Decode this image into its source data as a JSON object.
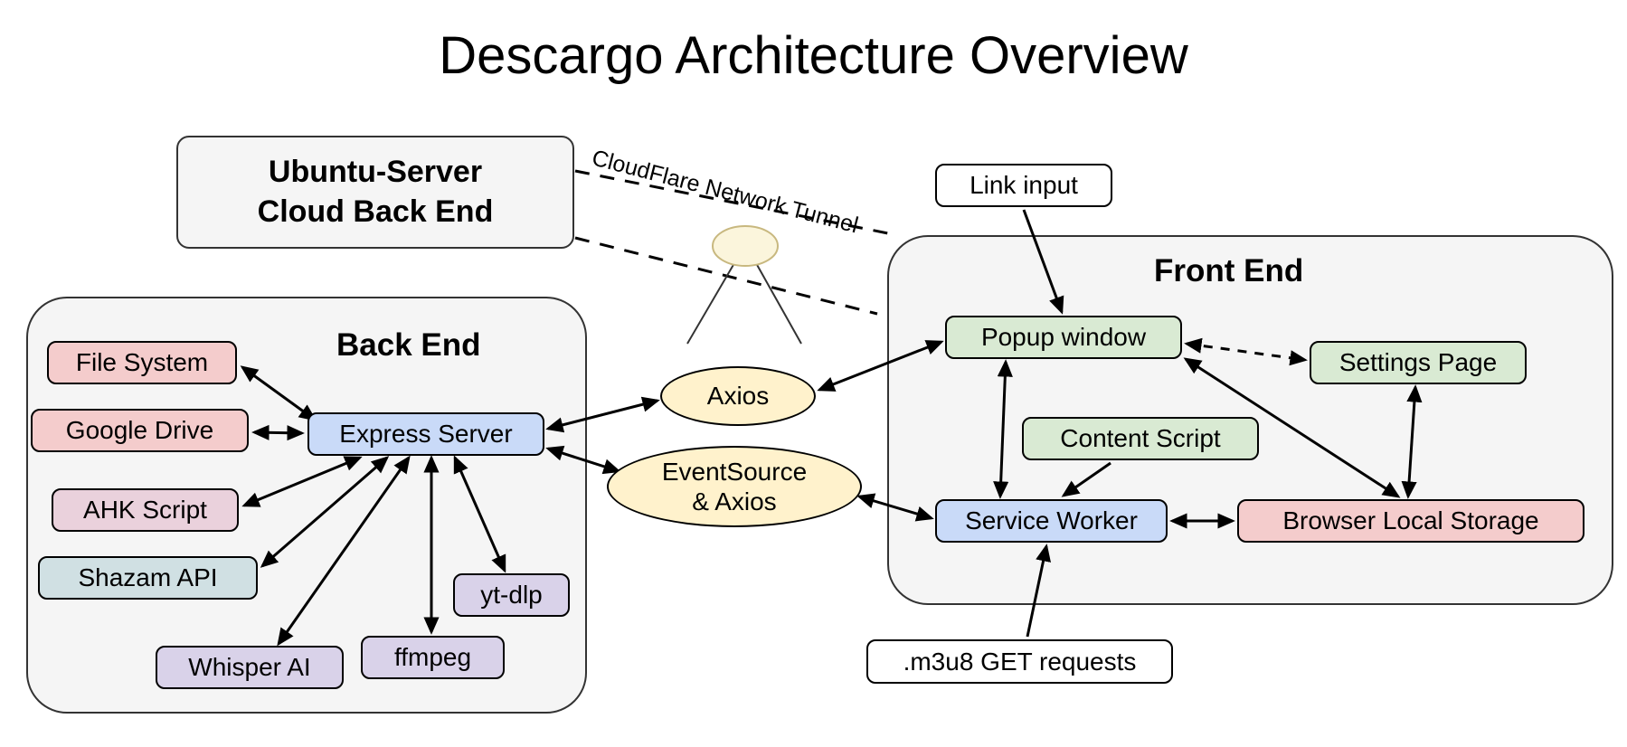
{
  "title": "Descargo Architecture Overview",
  "groups": {
    "ubuntu": {
      "line1": "Ubuntu-Server",
      "line2": "Cloud Back End"
    },
    "back_end": {
      "title": "Back End"
    },
    "front_end": {
      "title": "Front End"
    }
  },
  "tunnel": {
    "label": "CloudFlare Network Tunnel"
  },
  "nodes": {
    "file_system": {
      "label": "File System",
      "color": "#f4cccc"
    },
    "google_drive": {
      "label": "Google Drive",
      "color": "#f4cccc"
    },
    "express_server": {
      "label": "Express Server",
      "color": "#c9daf8"
    },
    "ahk_script": {
      "label": "AHK Script",
      "color": "#ead1dc"
    },
    "shazam_api": {
      "label": "Shazam API",
      "color": "#d0e0e3"
    },
    "yt_dlp": {
      "label": "yt-dlp",
      "color": "#d9d2e9"
    },
    "whisper_ai": {
      "label": "Whisper AI",
      "color": "#d9d2e9"
    },
    "ffmpeg": {
      "label": "ffmpeg",
      "color": "#d9d2e9"
    },
    "axios": {
      "label": "Axios",
      "color": "#fff2cc"
    },
    "eventsource_axios": {
      "line1": "EventSource",
      "line2": "& Axios",
      "color": "#fff2cc"
    },
    "link_input": {
      "label": "Link input",
      "color": "#ffffff"
    },
    "popup_window": {
      "label": "Popup window",
      "color": "#d9ead3"
    },
    "settings_page": {
      "label": "Settings Page",
      "color": "#d9ead3"
    },
    "content_script": {
      "label": "Content Script",
      "color": "#d9ead3"
    },
    "service_worker": {
      "label": "Service Worker",
      "color": "#c9daf8"
    },
    "browser_local_storage": {
      "label": "Browser Local Storage",
      "color": "#f4cccc"
    },
    "m3u8_get_requests": {
      "label": ".m3u8 GET requests",
      "color": "#ffffff"
    }
  },
  "edges": [
    {
      "from": "file_system",
      "to": "express_server",
      "arrows": "both",
      "style": "solid"
    },
    {
      "from": "google_drive",
      "to": "express_server",
      "arrows": "both",
      "style": "solid"
    },
    {
      "from": "express_server",
      "to": "ahk_script",
      "arrows": "both",
      "style": "solid"
    },
    {
      "from": "express_server",
      "to": "shazam_api",
      "arrows": "both",
      "style": "solid"
    },
    {
      "from": "express_server",
      "to": "whisper_ai",
      "arrows": "both",
      "style": "solid"
    },
    {
      "from": "express_server",
      "to": "ffmpeg",
      "arrows": "both",
      "style": "solid"
    },
    {
      "from": "express_server",
      "to": "yt_dlp",
      "arrows": "both",
      "style": "solid"
    },
    {
      "from": "express_server",
      "to": "axios",
      "arrows": "both",
      "style": "solid"
    },
    {
      "from": "express_server",
      "to": "eventsource_axios",
      "arrows": "both",
      "style": "solid"
    },
    {
      "from": "axios",
      "to": "popup_window",
      "arrows": "both",
      "style": "solid"
    },
    {
      "from": "eventsource_axios",
      "to": "service_worker",
      "arrows": "both",
      "style": "solid"
    },
    {
      "from": "link_input",
      "to": "popup_window",
      "arrows": "end",
      "style": "solid"
    },
    {
      "from": "popup_window",
      "to": "service_worker",
      "arrows": "both",
      "style": "solid"
    },
    {
      "from": "popup_window",
      "to": "settings_page",
      "arrows": "both",
      "style": "dashed"
    },
    {
      "from": "content_script",
      "to": "service_worker",
      "arrows": "end",
      "style": "solid"
    },
    {
      "from": "service_worker",
      "to": "browser_local_storage",
      "arrows": "both",
      "style": "solid"
    },
    {
      "from": "settings_page",
      "to": "browser_local_storage",
      "arrows": "both",
      "style": "solid"
    },
    {
      "from": "popup_window",
      "to": "browser_local_storage",
      "arrows": "both",
      "style": "solid"
    },
    {
      "from": "m3u8_get_requests",
      "to": "service_worker",
      "arrows": "end",
      "style": "solid"
    },
    {
      "from": "ubuntu_cloud_back_end",
      "to": "front_end",
      "arrows": "none",
      "style": "dashed"
    }
  ]
}
